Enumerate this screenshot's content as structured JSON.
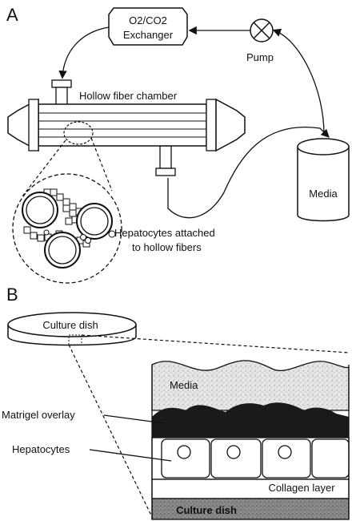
{
  "panels": {
    "a": {
      "letter": "A",
      "exchanger_line1": "O2/CO2",
      "exchanger_line2": "Exchanger",
      "pump": "Pump",
      "chamber": "Hollow fiber chamber",
      "media": "Media",
      "hepatocytes_line1": "Hepatocytes attached",
      "hepatocytes_line2": "to hollow fibers"
    },
    "b": {
      "letter": "B",
      "dish_top": "Culture dish",
      "media": "Media",
      "matrigel": "Matrigel overlay",
      "hepatocytes": "Hepatocytes",
      "collagen": "Collagen layer",
      "dish_bottom": "Culture dish"
    }
  },
  "colors": {
    "ink": "#111111",
    "media_fill": "#d9d9d9",
    "matrigel_fill": "#1a1a1a",
    "dish_base_fill": "#9a9a9a"
  }
}
